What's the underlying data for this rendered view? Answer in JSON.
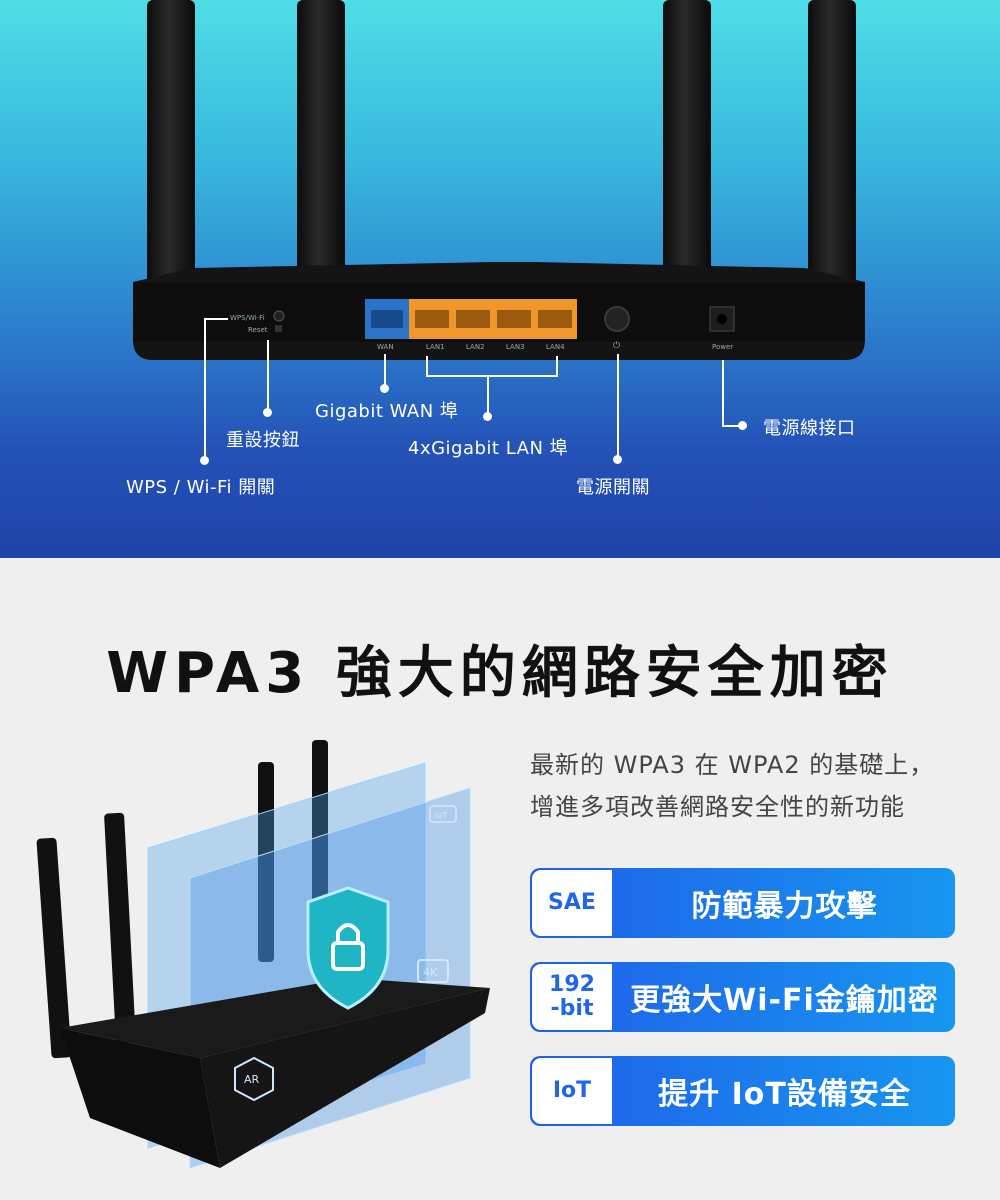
{
  "top": {
    "callouts": {
      "wps": "WPS / Wi-Fi 開關",
      "reset": "重設按鈕",
      "wan": "Gigabit WAN 埠",
      "lan": "4xGigabit LAN 埠",
      "power_switch": "電源開關",
      "power_port": "電源線接口"
    },
    "router_labels": {
      "wps": "WPS/Wi-Fi",
      "reset": "Reset",
      "wan": "WAN",
      "lan1": "LAN1",
      "lan2": "LAN2",
      "lan3": "LAN3",
      "lan4": "LAN4",
      "power_icon": "⏻",
      "power": "Power"
    }
  },
  "bottom": {
    "headline": "WPA3 強大的網路安全加密",
    "description_line1": "最新的 WPA3 在 WPA2 的基礎上，",
    "description_line2": "增進多項改善網路安全性的新功能",
    "features": [
      {
        "tag": "SAE",
        "text": "防範暴力攻擊"
      },
      {
        "tag_line1": "192",
        "tag_line2": "-bit",
        "text": "更強大Wi-Fi金鑰加密"
      },
      {
        "tag": "IoT",
        "text": "提升 IoT設備安全"
      }
    ],
    "illustration": {
      "badge_4k": "4K",
      "badge_ar": "AR",
      "badge_iot": "IoT"
    }
  }
}
